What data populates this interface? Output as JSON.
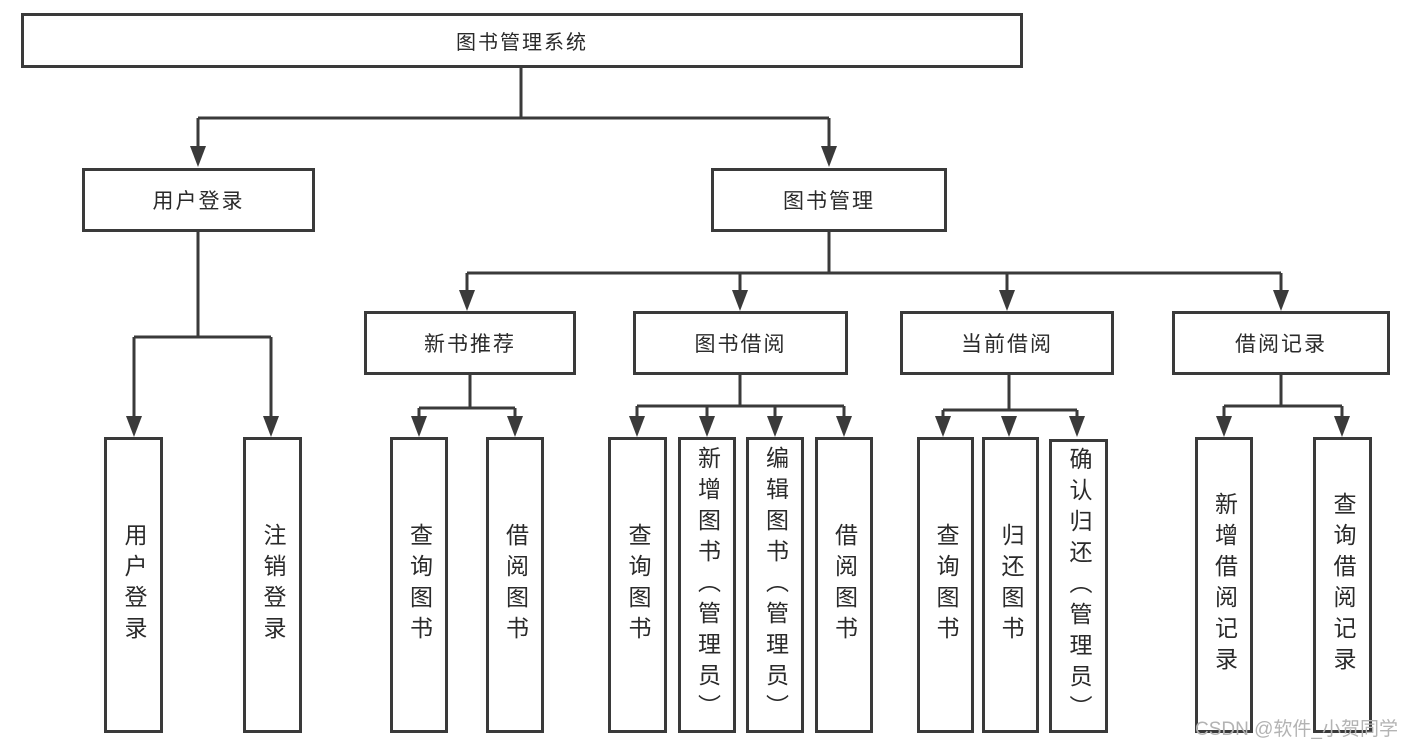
{
  "diagram_title": "图书管理系统",
  "nodes": {
    "root": "图书管理系统",
    "user_login": "用户登录",
    "book_management": "图书管理",
    "new_book_recommend": "新书推荐",
    "book_borrow": "图书借阅",
    "current_borrow": "当前借阅",
    "borrow_records": "借阅记录"
  },
  "leaves": {
    "user_login": [
      "用户登录",
      "注销登录"
    ],
    "new_book_recommend": [
      "查询图书",
      "借阅图书"
    ],
    "book_borrow": [
      "查询图书",
      "新增图书（管理员）",
      "编辑图书（管理员）",
      "借阅图书"
    ],
    "current_borrow": [
      "查询图书",
      "归还图书",
      "确认归还（管理员）"
    ],
    "borrow_records": [
      "新增借阅记录",
      "查询借阅记录"
    ]
  },
  "watermark": "CSDN @软件_小贺同学",
  "colors": {
    "line": "#3a3a3a",
    "text": "#2a2a2a",
    "watermark": "#b3b3b3",
    "background": "#ffffff"
  }
}
